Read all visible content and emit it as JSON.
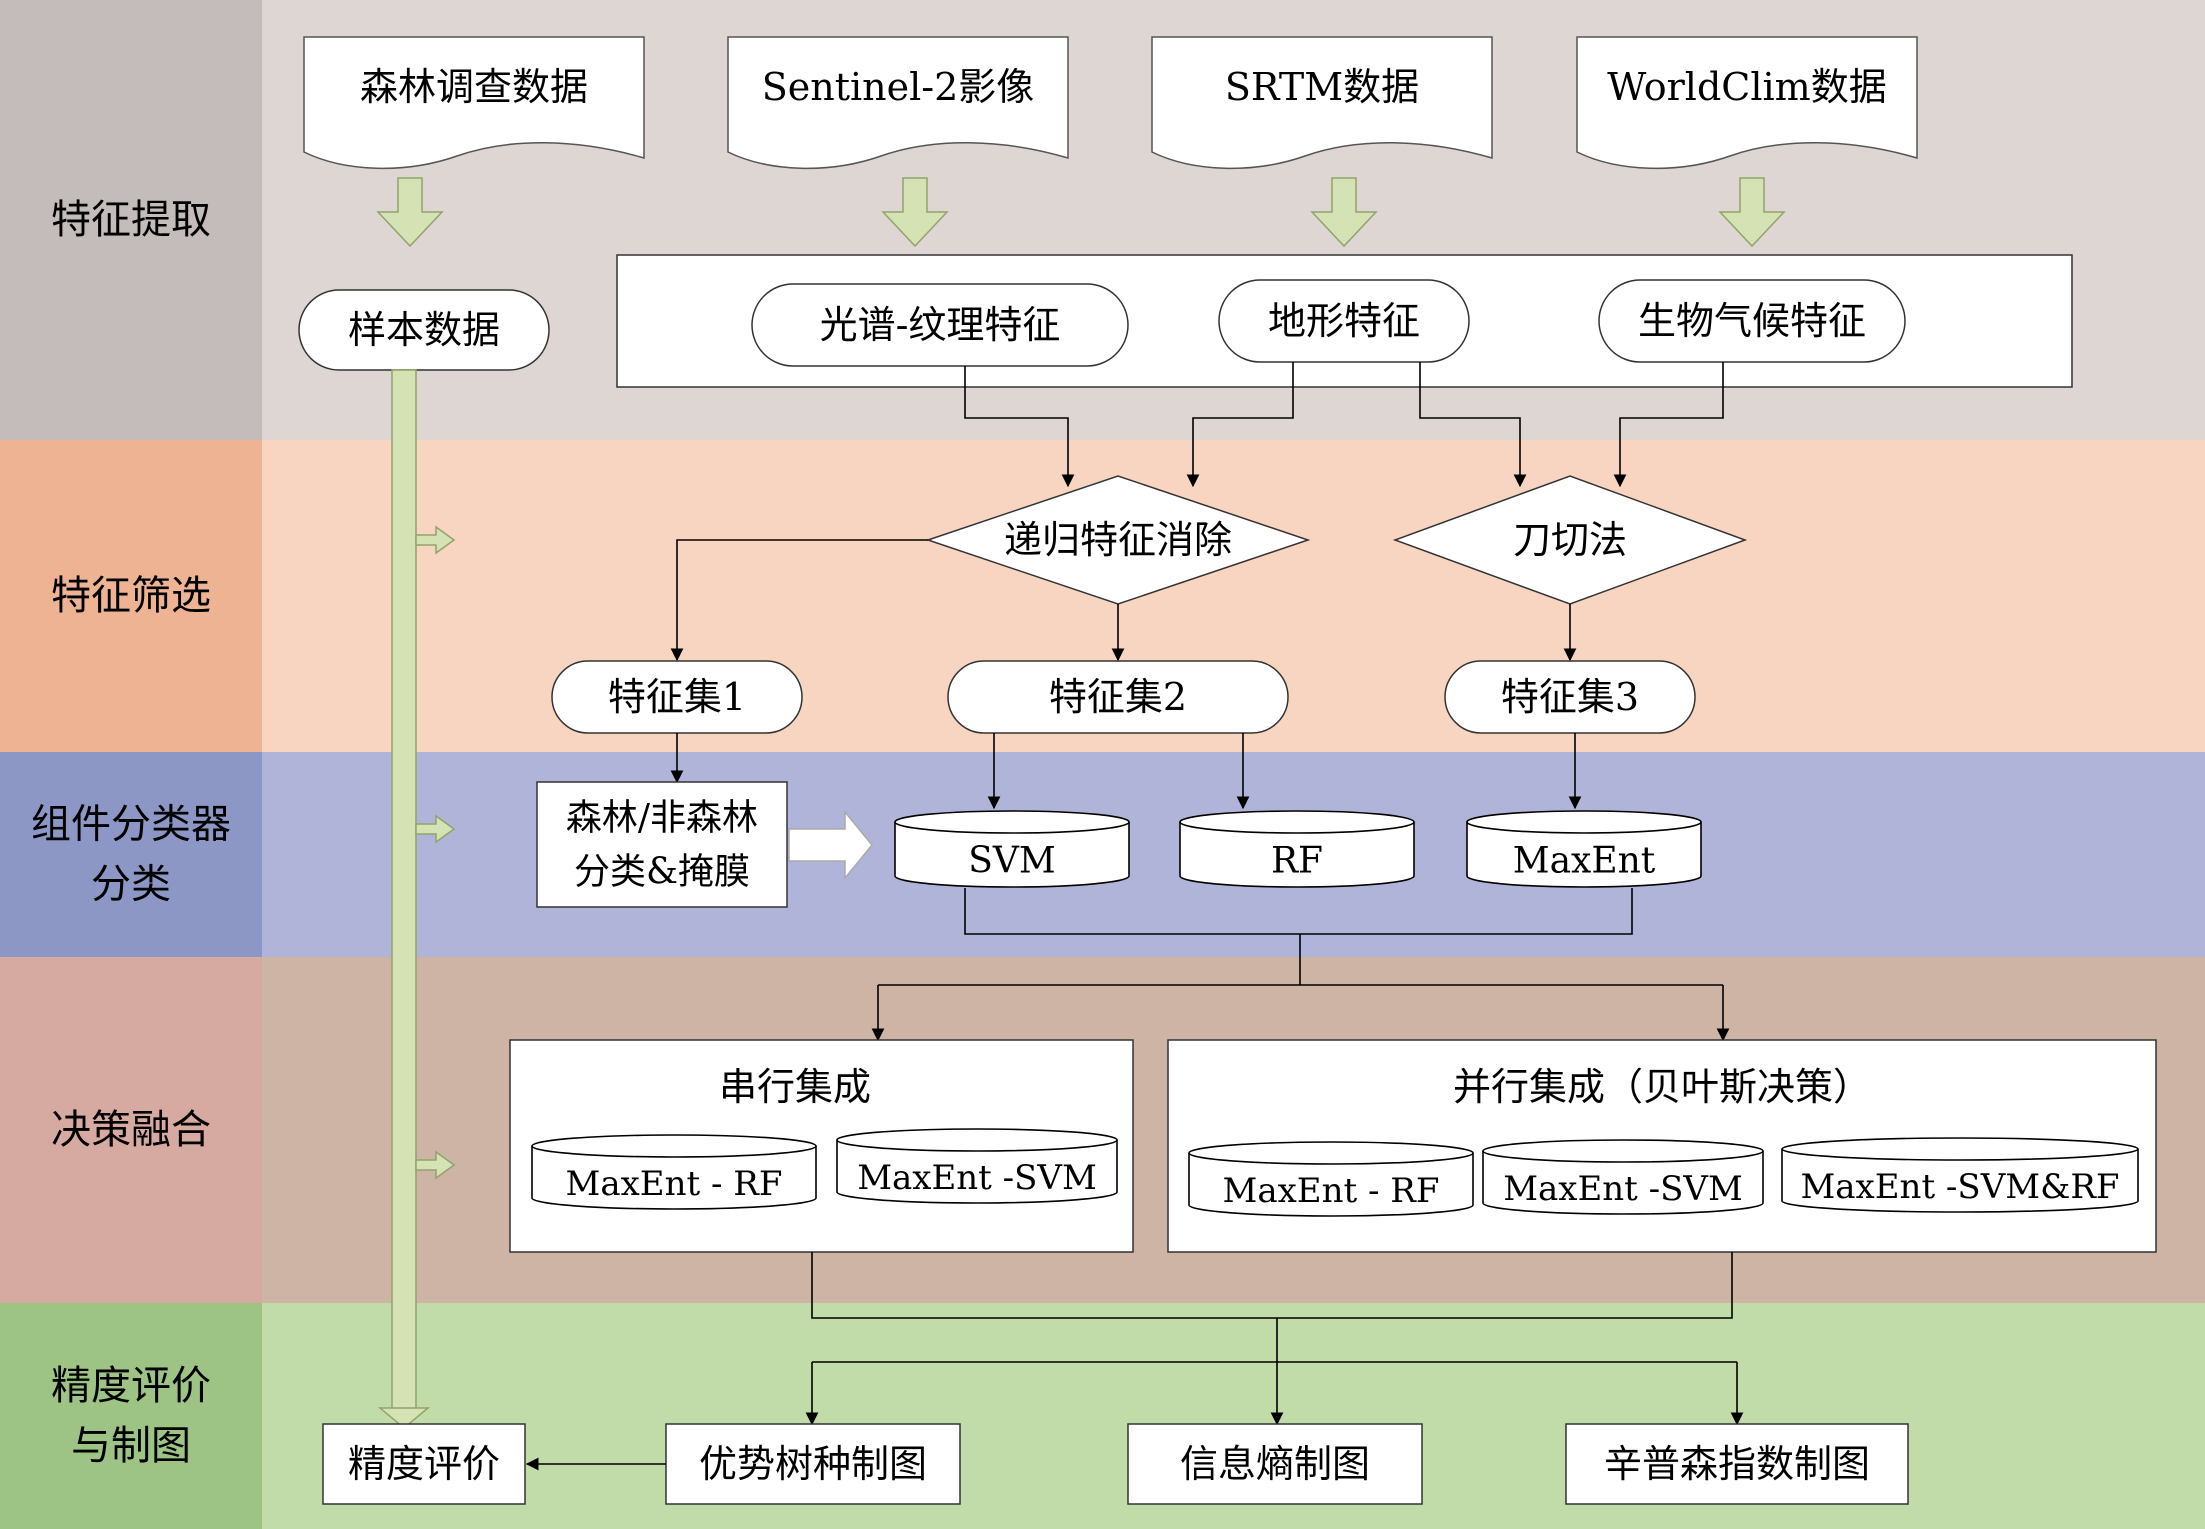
{
  "stages": [
    {
      "id": "extract",
      "label": [
        "特征提取"
      ],
      "fill": "#ddd6d3",
      "label_fill": "#c4bcba"
    },
    {
      "id": "select",
      "label": [
        "特征筛选"
      ],
      "fill": "#f8d5c1",
      "label_fill": "#eeb393"
    },
    {
      "id": "classify",
      "label": [
        "组件分类器",
        "分类"
      ],
      "fill": "#b0b4d8",
      "label_fill": "#8d97c6"
    },
    {
      "id": "fusion",
      "label": [
        "决策融合"
      ],
      "fill": "#cdb4a5",
      "label_fill": "#d6aaa1"
    },
    {
      "id": "eval",
      "label": [
        "精度评价",
        "与制图"
      ],
      "fill": "#c1dba9",
      "label_fill": "#9dc484"
    }
  ],
  "sources": [
    "森林调查数据",
    "Sentinel-2影像",
    "SRTM数据",
    "WorldClim数据"
  ],
  "sample": "样本数据",
  "features": [
    "光谱-纹理特征",
    "地形特征",
    "生物气候特征"
  ],
  "selectors": [
    "递归特征消除",
    "刀切法"
  ],
  "feature_sets": [
    "特征集1",
    "特征集2",
    "特征集3"
  ],
  "mask": [
    "森林/非森林",
    "分类&掩膜"
  ],
  "classifiers": [
    "SVM",
    "RF",
    "MaxEnt"
  ],
  "serial": {
    "title": "串行集成",
    "models": [
      "MaxEnt - RF",
      "MaxEnt -SVM"
    ]
  },
  "parallel": {
    "title": "并行集成（贝叶斯决策）",
    "models": [
      "MaxEnt - RF",
      "MaxEnt -SVM",
      "MaxEnt -SVM&RF"
    ]
  },
  "outputs": [
    "精度评价",
    "优势树种制图",
    "信息熵制图",
    "辛普森指数制图"
  ],
  "colors": {
    "arrow_fill": "#d5e2b4",
    "arrow_stroke": "#92a36b",
    "line": "#000000",
    "box": "#ffffff"
  }
}
